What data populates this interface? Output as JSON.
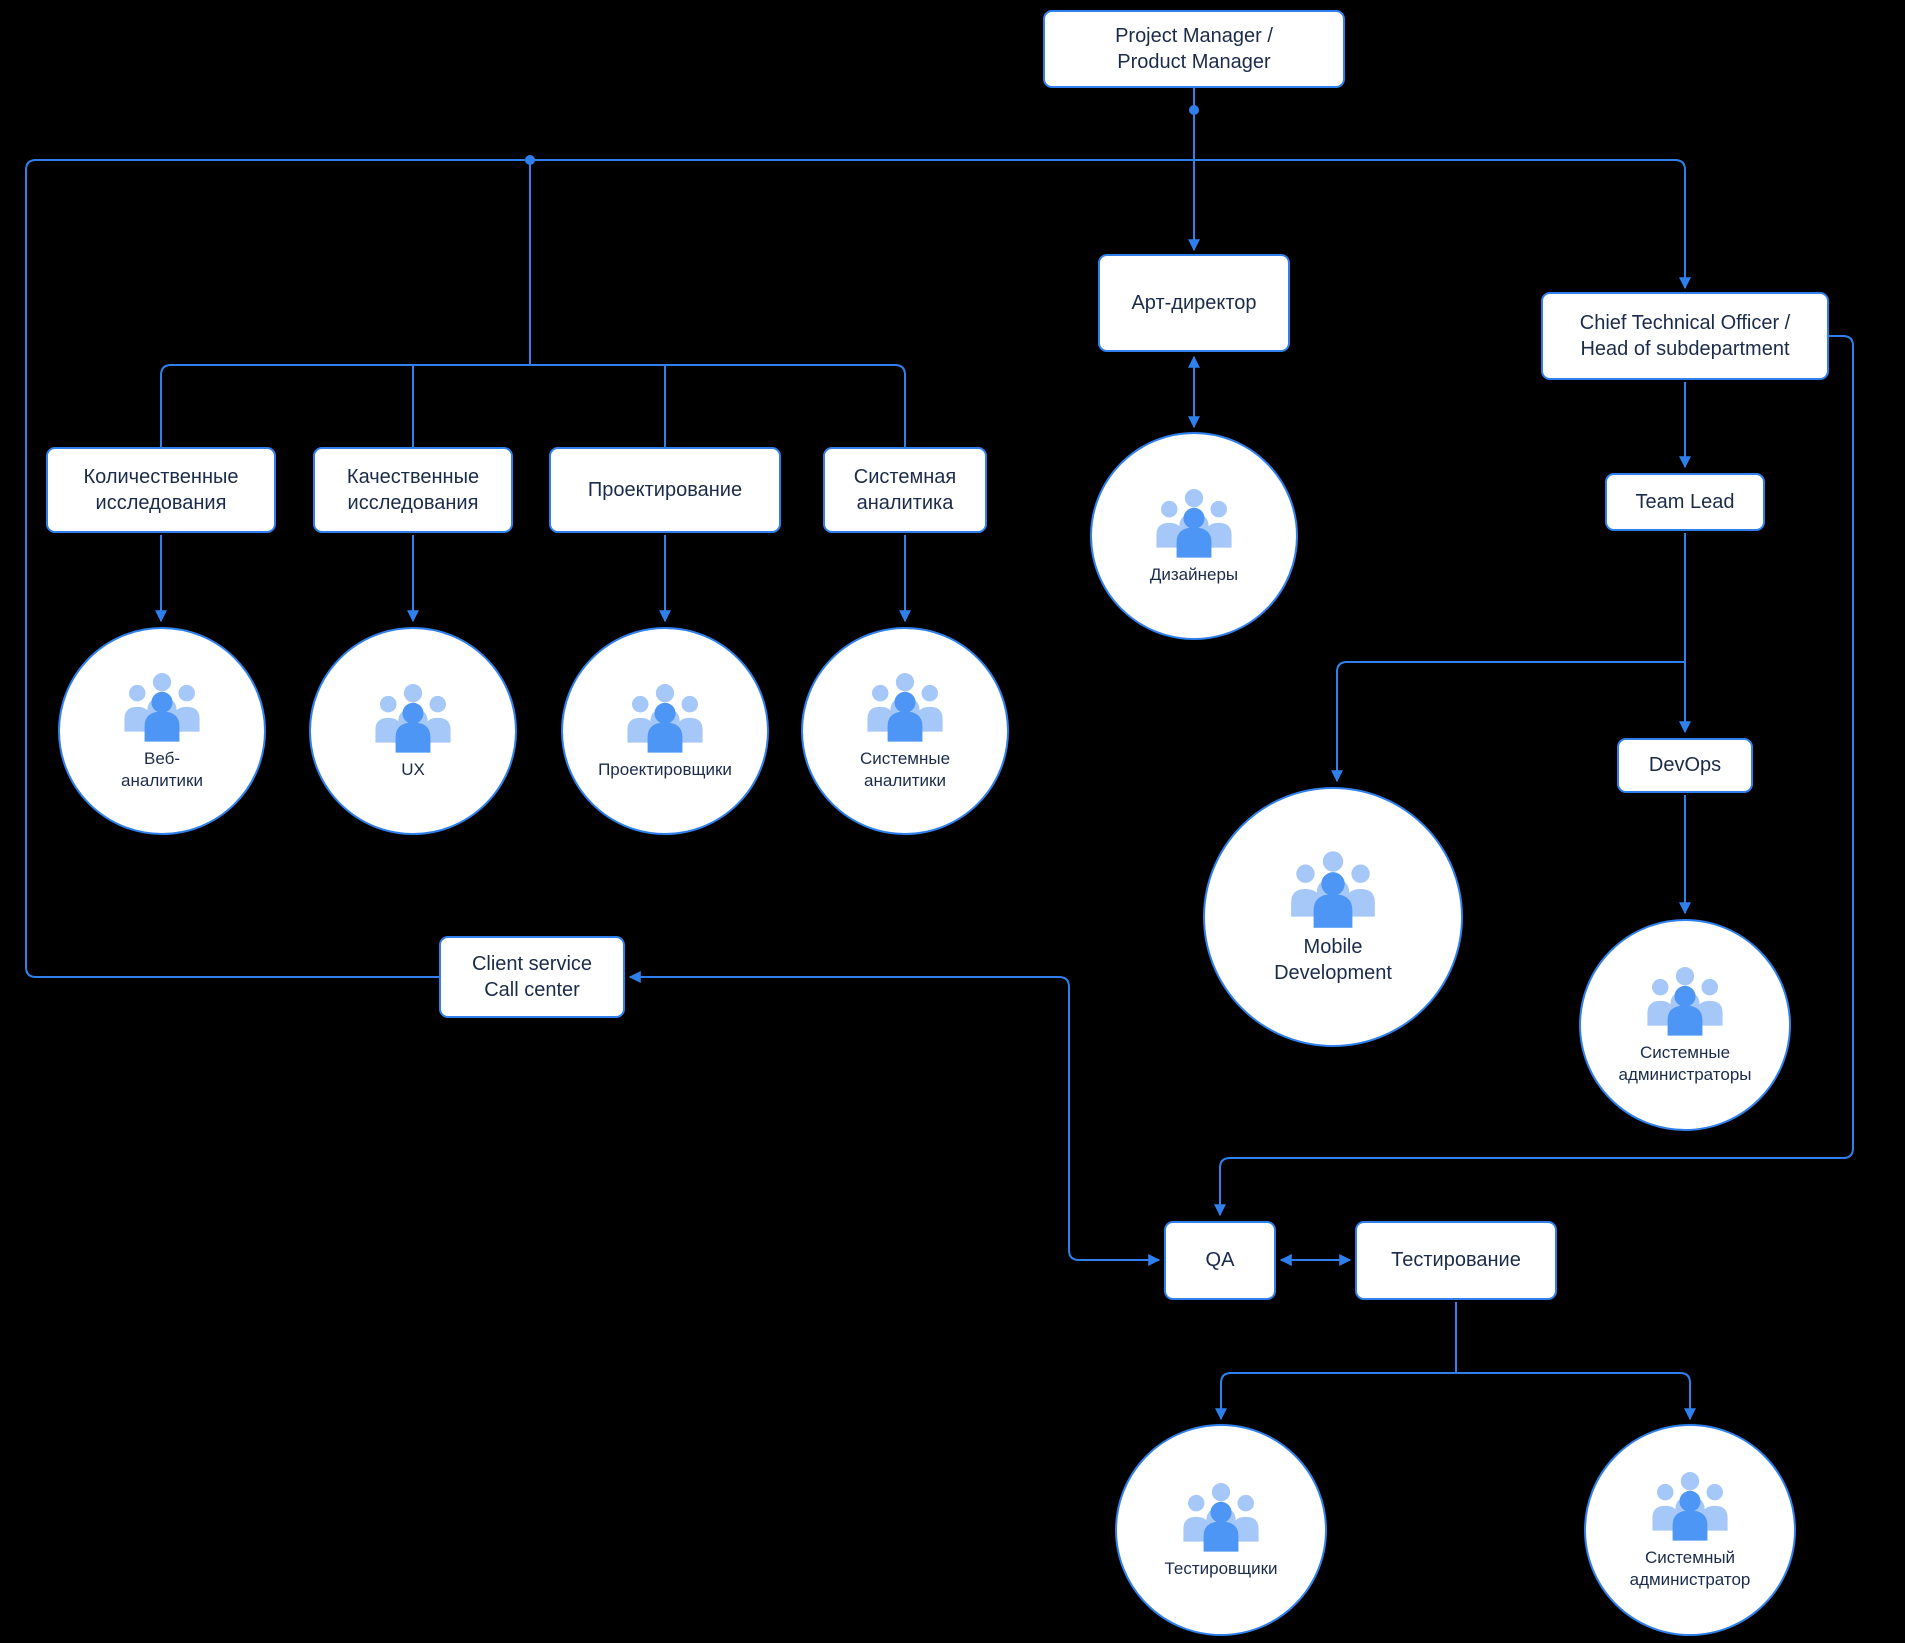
{
  "title": "Team structure org chart",
  "colors": {
    "background": "#000000",
    "line": "#2F80ED",
    "box_fill": "#FFFFFF",
    "text": "#1B2B4A",
    "icon_light": "#A6C8F8",
    "icon_dark": "#4D96F5"
  },
  "nodes": {
    "pm": {
      "label": "Project Manager /\nProduct Manager"
    },
    "art_director": {
      "label": "Арт-директор"
    },
    "cto": {
      "label": "Chief Technical Officer /\nHead of subdepartment"
    },
    "team_lead": {
      "label": "Team Lead"
    },
    "devops": {
      "label": "DevOps"
    },
    "quant_research": {
      "label": "Количественные\nисследования"
    },
    "qual_research": {
      "label": "Качественные\nисследования"
    },
    "projection": {
      "label": "Проектирование"
    },
    "sys_analytics": {
      "label": "Системная\nаналитика"
    },
    "client_service": {
      "label": "Client service\nCall center"
    },
    "qa": {
      "label": "QA"
    },
    "testing": {
      "label": "Тестирование"
    }
  },
  "groups": {
    "designers": {
      "label": "Дизайнеры"
    },
    "web_analysts": {
      "label": "Веб-\nаналитики"
    },
    "ux": {
      "label": "UX"
    },
    "planners": {
      "label": "Проектировщики"
    },
    "sys_analysts": {
      "label": "Системные\nаналитики"
    },
    "mobile": {
      "label": "Mobile\nDevelopment"
    },
    "sys_admins": {
      "label": "Системные\nадминистраторы"
    },
    "testers": {
      "label": "Тестировщики"
    },
    "sys_admin": {
      "label": "Системный\nадминистратор"
    }
  }
}
